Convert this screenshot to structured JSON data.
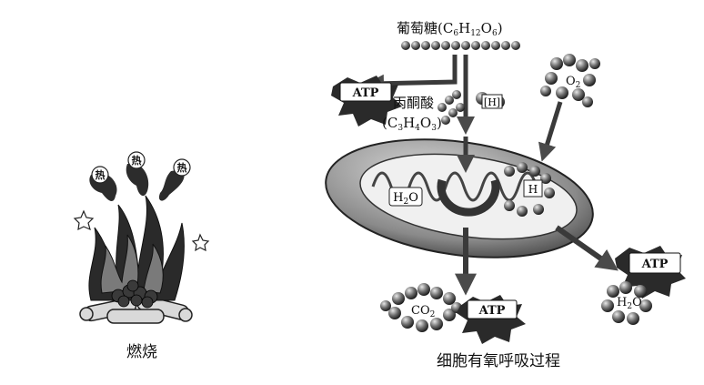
{
  "left_panel": {
    "caption": "燃烧",
    "heat_tags": [
      "热",
      "热",
      "热"
    ]
  },
  "right_panel": {
    "caption": "细胞有氧呼吸过程",
    "glucose_label": "葡萄糖",
    "glucose_formula": {
      "c": "C",
      "c_n": "6",
      "h": "H",
      "h_n": "12",
      "o": "O",
      "o_n": "6"
    },
    "pyruvate_label": "丙酮酸",
    "pyruvate_formula": {
      "c": "C",
      "c_n": "3",
      "h": "H",
      "h_n": "4",
      "o": "O",
      "o_n": "3"
    },
    "h_label": "[H]",
    "h_label_2": "H",
    "oxygen": {
      "sym": "O",
      "n": "2"
    },
    "water_inner": {
      "sym": "H",
      "n": "2",
      "o": "O"
    },
    "water_outer": {
      "sym": "H",
      "n": "2",
      "o": "O"
    },
    "co2": {
      "c": "CO",
      "n": "2"
    },
    "atp_labels": [
      "ATP",
      "ATP",
      "ATP"
    ]
  }
}
